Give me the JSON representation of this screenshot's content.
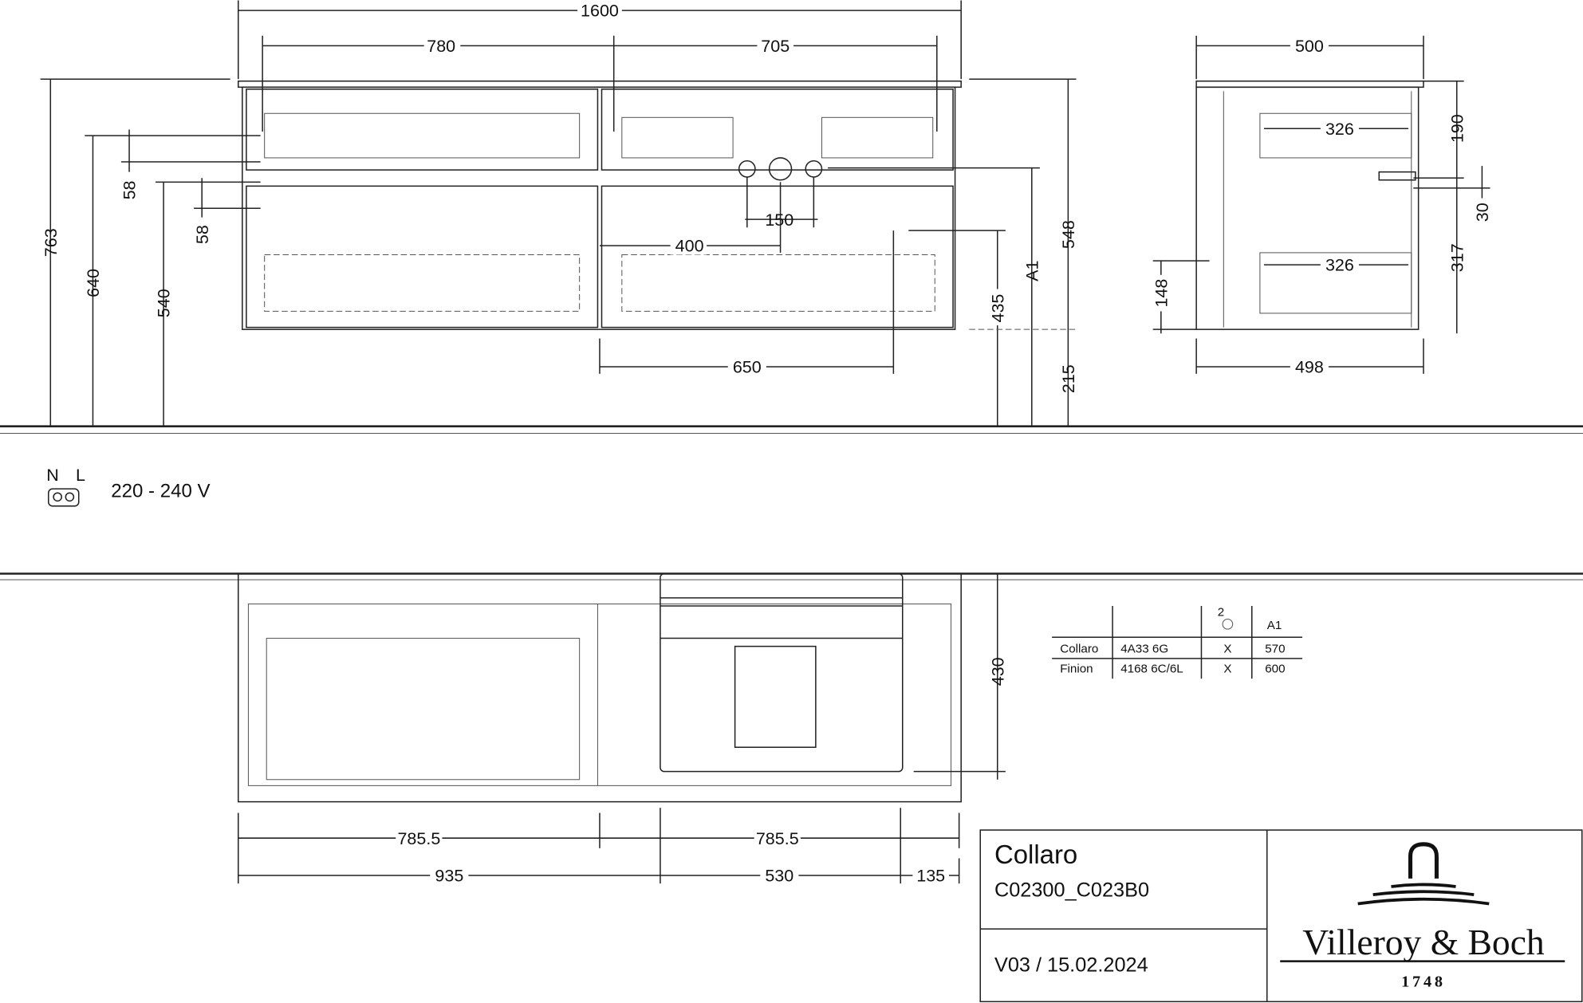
{
  "top_view_dims": {
    "d1600": "1600",
    "d780": "780",
    "d705": "705",
    "d763": "763",
    "d640": "640",
    "d540": "540",
    "d58a": "58",
    "d58b": "58",
    "d150": "150",
    "d400": "400",
    "d650": "650",
    "d435": "435",
    "a1": "A1",
    "d548": "548",
    "d215": "215"
  },
  "side_view_dims": {
    "d500": "500",
    "d326a": "326",
    "d326b": "326",
    "d190": "190",
    "d30": "30",
    "d317": "317",
    "d148": "148",
    "d498": "498"
  },
  "power": {
    "n": "N",
    "l": "L",
    "voltage": "220 - 240 V"
  },
  "bottom_view_dims": {
    "d430": "430",
    "d785a": "785.5",
    "d785b": "785.5",
    "d935": "935",
    "d530": "530",
    "d135": "135"
  },
  "table": {
    "headers": [
      "",
      "",
      "2",
      "A1"
    ],
    "rows": [
      [
        "Collaro",
        "4A33 6G",
        "X",
        "570"
      ],
      [
        "Finion",
        "4168 6C/6L",
        "X",
        "600"
      ]
    ]
  },
  "title_block": {
    "product": "Collaro",
    "code": "C02300_C023B0",
    "version": "V03 / 15.02.2024",
    "brand": "Villeroy & Boch",
    "year": "1748"
  }
}
